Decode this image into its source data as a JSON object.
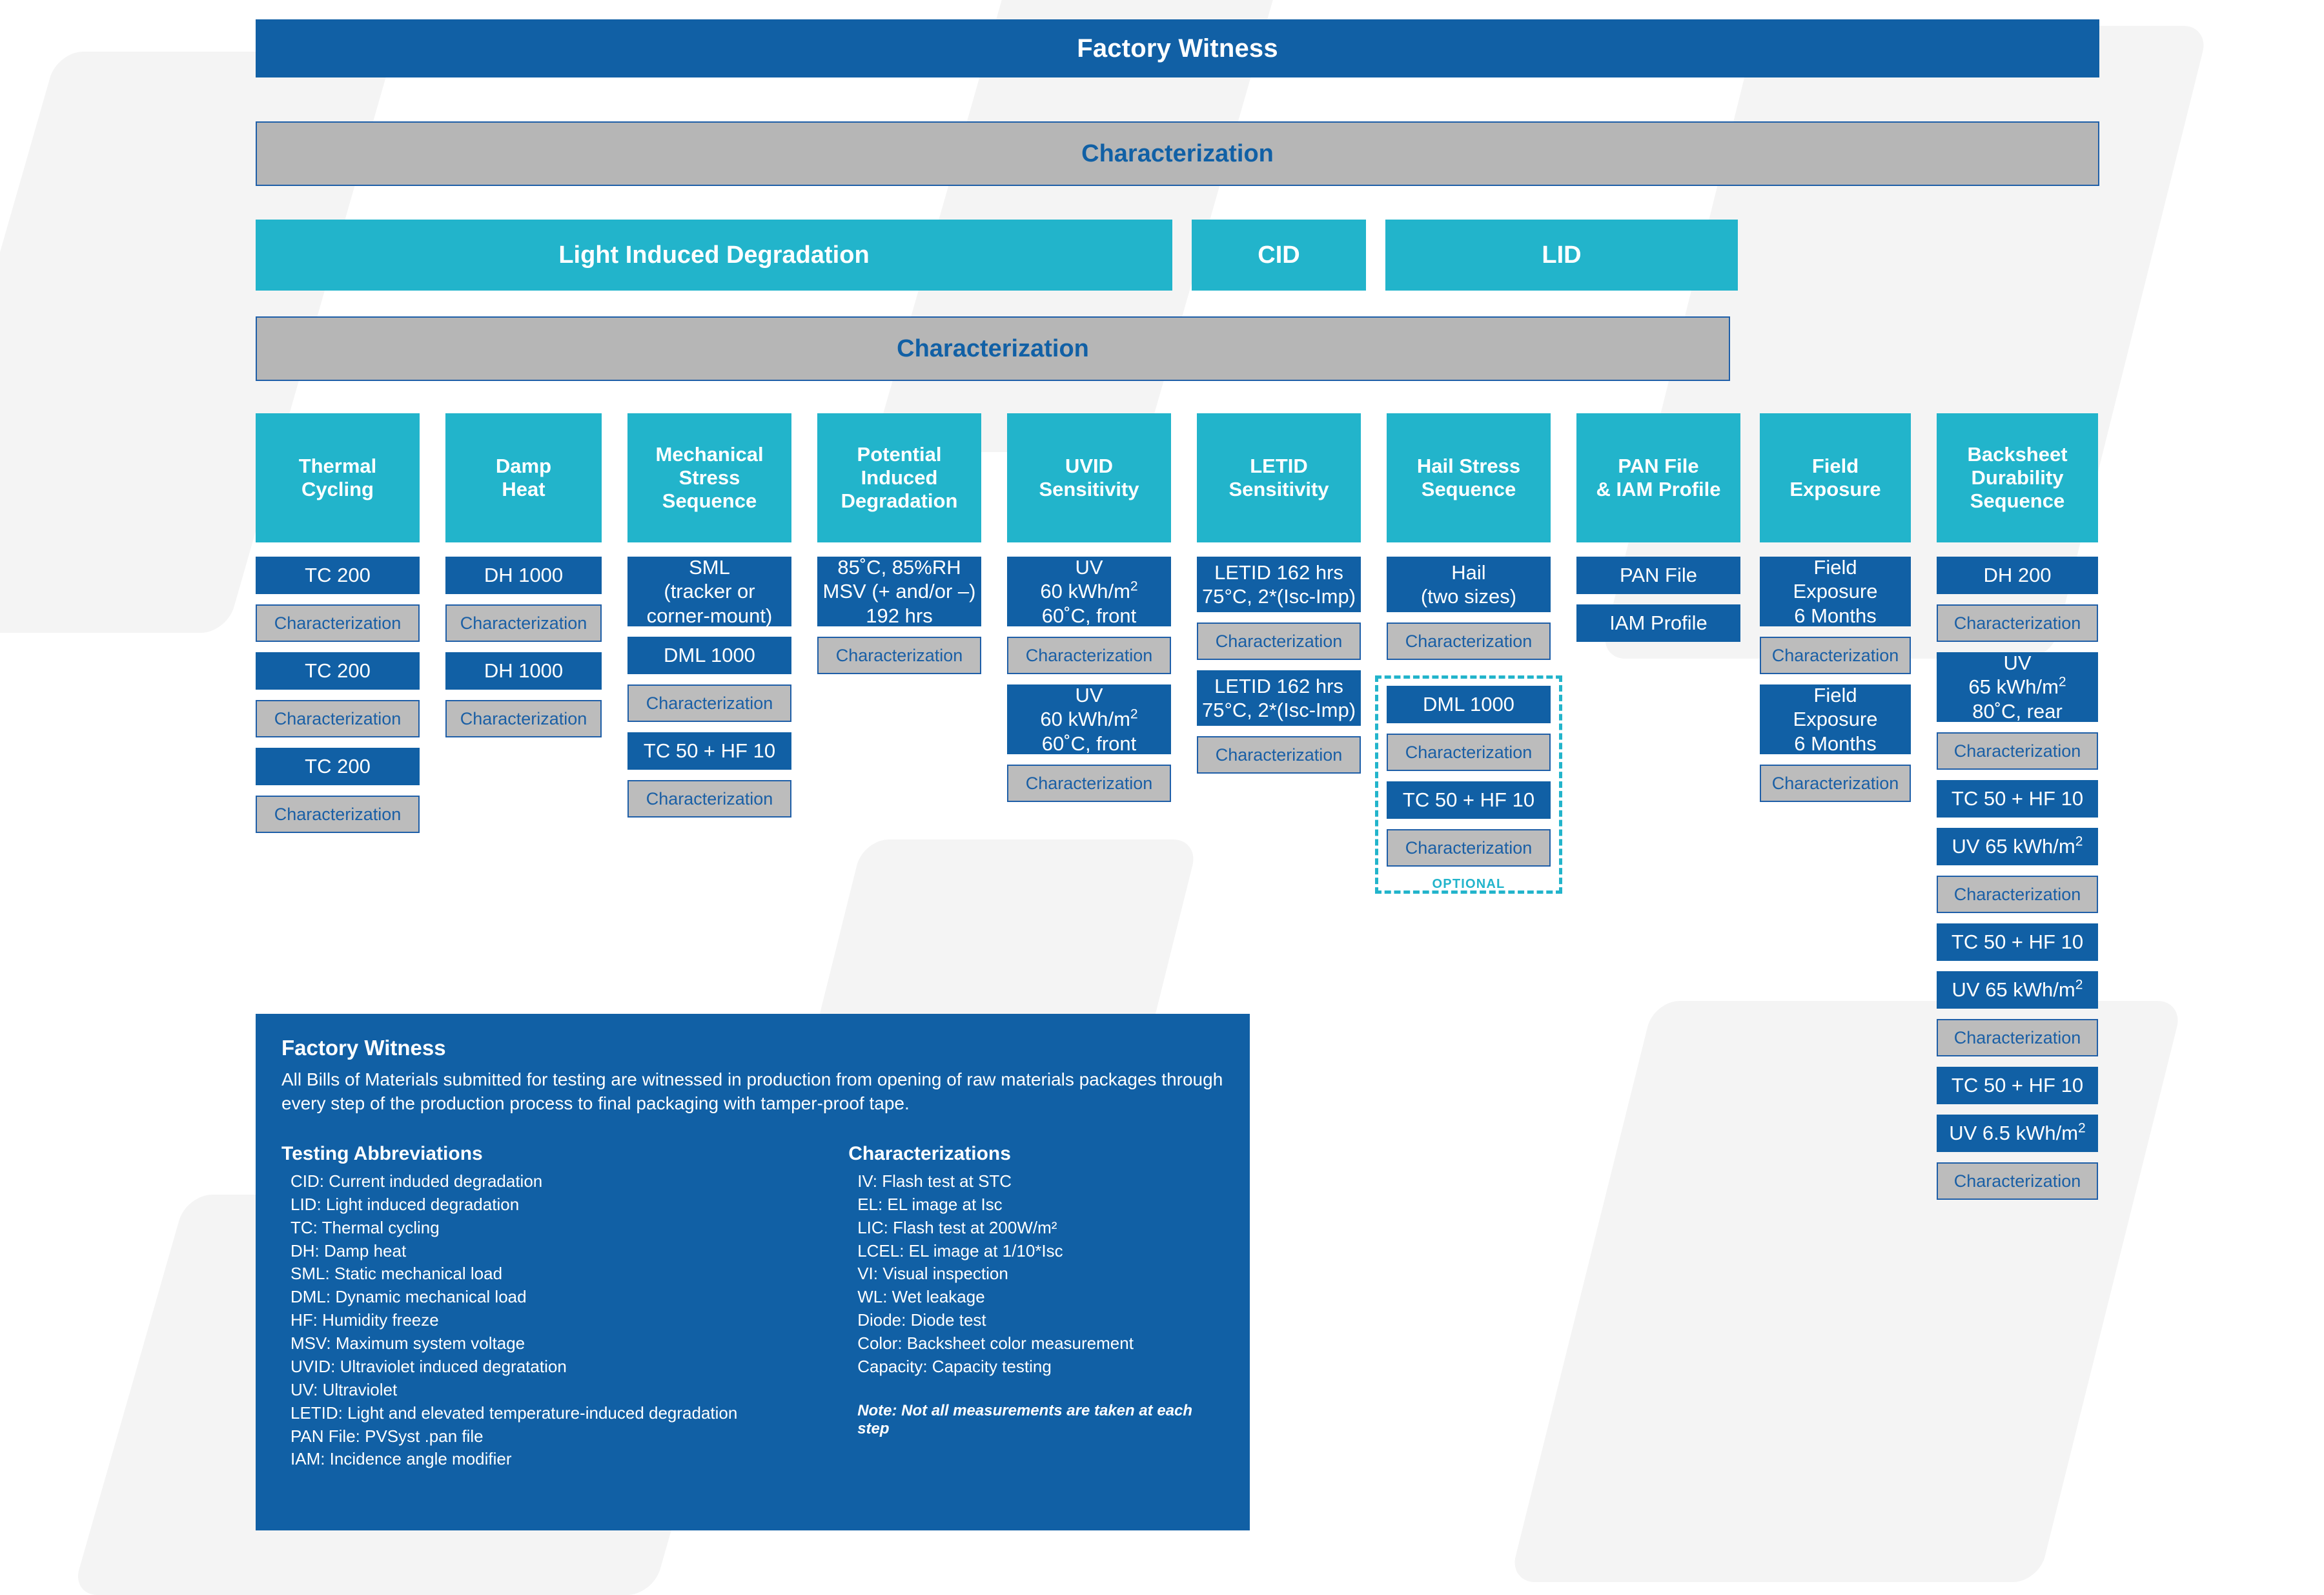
{
  "colors": {
    "brand_blue": "#1160A5",
    "brand_teal": "#22B4CB",
    "char_gray": "#bcbcbc",
    "header_gray": "#b6b6b6"
  },
  "header": {
    "factory_witness": "Factory Witness",
    "characterization_1": "Characterization",
    "characterization_2": "Characterization"
  },
  "degradation_row": [
    {
      "label": "Light Induced Degradation"
    },
    {
      "label": "CID"
    },
    {
      "label": "LID"
    }
  ],
  "columns": [
    {
      "title": "Thermal\nCycling",
      "title_lines": [
        "Thermal",
        "Cycling"
      ],
      "steps": [
        {
          "type": "blue",
          "lines": [
            "TC 200"
          ]
        },
        {
          "type": "gray",
          "lines": [
            "Characterization"
          ]
        },
        {
          "type": "blue",
          "lines": [
            "TC 200"
          ]
        },
        {
          "type": "gray",
          "lines": [
            "Characterization"
          ]
        },
        {
          "type": "blue",
          "lines": [
            "TC 200"
          ]
        },
        {
          "type": "gray",
          "lines": [
            "Characterization"
          ]
        }
      ]
    },
    {
      "title_lines": [
        "Damp",
        "Heat"
      ],
      "steps": [
        {
          "type": "blue",
          "lines": [
            "DH 1000"
          ]
        },
        {
          "type": "gray",
          "lines": [
            "Characterization"
          ]
        },
        {
          "type": "blue",
          "lines": [
            "DH 1000"
          ]
        },
        {
          "type": "gray",
          "lines": [
            "Characterization"
          ]
        }
      ]
    },
    {
      "title_lines": [
        "Mechanical",
        "Stress",
        "Sequence"
      ],
      "steps": [
        {
          "type": "blue",
          "lines": [
            "SML",
            "(tracker or",
            "corner-mount)"
          ]
        },
        {
          "type": "blue",
          "lines": [
            "DML 1000"
          ]
        },
        {
          "type": "gray",
          "lines": [
            "Characterization"
          ]
        },
        {
          "type": "blue",
          "lines": [
            "TC 50 + HF 10"
          ]
        },
        {
          "type": "gray",
          "lines": [
            "Characterization"
          ]
        }
      ]
    },
    {
      "title_lines": [
        "Potential",
        "Induced",
        "Degradation"
      ],
      "steps": [
        {
          "type": "blue",
          "lines": [
            "85˚C, 85%RH",
            "MSV (+ and/or –)",
            "192 hrs"
          ]
        },
        {
          "type": "gray",
          "lines": [
            "Characterization"
          ]
        }
      ]
    },
    {
      "title_lines": [
        "UVID",
        "Sensitivity"
      ],
      "steps": [
        {
          "type": "blue",
          "lines": [
            "UV",
            "60 kWh/m²",
            "60˚C, front"
          ]
        },
        {
          "type": "gray",
          "lines": [
            "Characterization"
          ]
        },
        {
          "type": "blue",
          "lines": [
            "UV",
            "60 kWh/m²",
            "60˚C, front"
          ]
        },
        {
          "type": "gray",
          "lines": [
            "Characterization"
          ]
        }
      ]
    },
    {
      "title_lines": [
        "LETID",
        "Sensitivity"
      ],
      "steps": [
        {
          "type": "blue",
          "lines": [
            "LETID 162 hrs",
            "75°C, 2*(Isc-Imp)"
          ]
        },
        {
          "type": "gray",
          "lines": [
            "Characterization"
          ]
        },
        {
          "type": "blue",
          "lines": [
            "LETID 162 hrs",
            "75°C, 2*(Isc-Imp)"
          ]
        },
        {
          "type": "gray",
          "lines": [
            "Characterization"
          ]
        }
      ]
    },
    {
      "title_lines": [
        "Hail Stress",
        "Sequence"
      ],
      "steps": [
        {
          "type": "blue",
          "lines": [
            "Hail",
            "(two sizes)"
          ]
        },
        {
          "type": "gray",
          "lines": [
            "Characterization"
          ]
        }
      ],
      "optional": {
        "label": "OPTIONAL",
        "steps": [
          {
            "type": "blue",
            "lines": [
              "DML 1000"
            ]
          },
          {
            "type": "gray",
            "lines": [
              "Characterization"
            ]
          },
          {
            "type": "blue",
            "lines": [
              "TC 50 + HF 10"
            ]
          },
          {
            "type": "gray",
            "lines": [
              "Characterization"
            ]
          }
        ]
      }
    },
    {
      "title_lines": [
        "PAN File",
        "& IAM Profile"
      ],
      "steps": [
        {
          "type": "blue",
          "lines": [
            "PAN File"
          ]
        },
        {
          "type": "blue",
          "lines": [
            "IAM Profile"
          ]
        }
      ]
    },
    {
      "title_lines": [
        "Field",
        "Exposure"
      ],
      "steps": [
        {
          "type": "blue",
          "lines": [
            "Field",
            "Exposure",
            "6 Months"
          ]
        },
        {
          "type": "gray",
          "lines": [
            "Characterization"
          ]
        },
        {
          "type": "blue",
          "lines": [
            "Field",
            "Exposure",
            "6 Months"
          ]
        },
        {
          "type": "gray",
          "lines": [
            "Characterization"
          ]
        }
      ]
    },
    {
      "title_lines": [
        "Backsheet",
        "Durability",
        "Sequence"
      ],
      "steps": [
        {
          "type": "blue",
          "lines": [
            "DH 200"
          ]
        },
        {
          "type": "gray",
          "lines": [
            "Characterization"
          ]
        },
        {
          "type": "blue",
          "lines": [
            "UV",
            "65 kWh/m²",
            "80˚C, rear"
          ]
        },
        {
          "type": "gray",
          "lines": [
            "Characterization"
          ]
        },
        {
          "type": "blue",
          "lines": [
            "TC 50 + HF 10"
          ]
        },
        {
          "type": "blue",
          "lines": [
            "UV 65 kWh/m²"
          ]
        },
        {
          "type": "gray",
          "lines": [
            "Characterization"
          ]
        },
        {
          "type": "blue",
          "lines": [
            "TC 50 + HF 10"
          ]
        },
        {
          "type": "blue",
          "lines": [
            "UV 65 kWh/m²"
          ]
        },
        {
          "type": "gray",
          "lines": [
            "Characterization"
          ]
        },
        {
          "type": "blue",
          "lines": [
            "TC 50 + HF 10"
          ]
        },
        {
          "type": "blue",
          "lines": [
            "UV 6.5 kWh/m²"
          ]
        },
        {
          "type": "gray",
          "lines": [
            "Characterization"
          ]
        }
      ]
    }
  ],
  "legend": {
    "title": "Factory Witness",
    "intro": "All Bills of Materials submitted for testing are witnessed in production from opening of raw materials packages through every step of the production process to final packaging with tamper-proof tape.",
    "abbrev_heading": "Testing Abbreviations",
    "abbreviations": [
      "CID: Current induded degradation",
      "LID: Light induced degradation",
      "TC: Thermal cycling",
      "DH: Damp heat",
      "SML: Static mechanical load",
      "DML: Dynamic mechanical load",
      "HF: Humidity freeze",
      "MSV: Maximum system voltage",
      "UVID: Ultraviolet induced degratation",
      "UV: Ultraviolet",
      "LETID: Light and elevated temperature-induced degradation",
      "PAN File: PVSyst .pan file",
      "IAM: Incidence angle modifier"
    ],
    "char_heading": "Characterizations",
    "characterizations": [
      "IV: Flash test at STC",
      "EL: EL image at Isc",
      "LIC: Flash test at 200W/m²",
      "LCEL: EL image at 1/10*Isc",
      "VI: Visual inspection",
      "WL: Wet leakage",
      "Diode: Diode test",
      "Color: Backsheet color measurement",
      "Capacity: Capacity testing"
    ],
    "note": "Note: Not all measurements are taken at each step"
  }
}
